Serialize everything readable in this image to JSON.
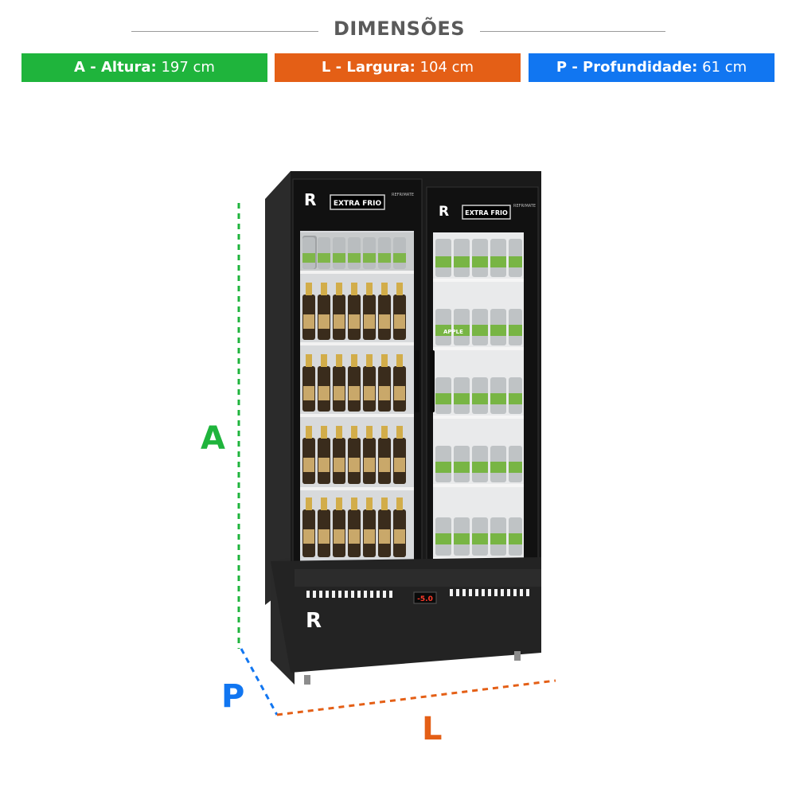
{
  "header": {
    "title": "DIMENSÕES"
  },
  "badges": {
    "altura": {
      "label": "A - Altura:",
      "value": "197 cm",
      "color": "#1fb43c"
    },
    "largura": {
      "label": "L - Largura:",
      "value": "104 cm",
      "color": "#e45f16"
    },
    "profundidade": {
      "label": "P - Profundidade:",
      "value": "61 cm",
      "color": "#1176f1"
    }
  },
  "dimension_letters": {
    "altura": "A",
    "profundidade": "P",
    "largura": "L"
  },
  "product": {
    "brand_logo": "R",
    "door_sign_left": "EXTRA FRIO",
    "door_sign_right": "EXTRA FRIO",
    "brand_small": "REFRIMATE",
    "thermostat_display": "-5.0",
    "can_label": "APPLE"
  }
}
